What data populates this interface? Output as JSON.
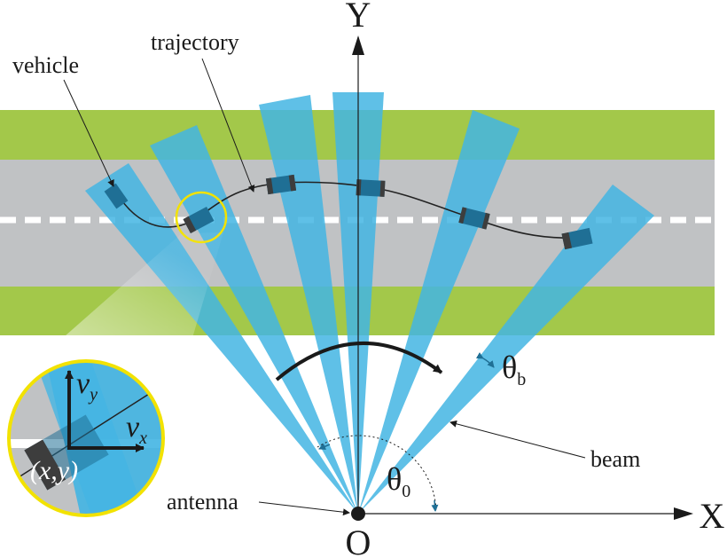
{
  "labels": {
    "y_axis": "Y",
    "x_axis": "X",
    "origin": "O",
    "vehicle": "vehicle",
    "trajectory": "trajectory",
    "antenna": "antenna",
    "beam": "beam",
    "theta": "θ",
    "theta0_sub": "0",
    "thetab_sub": "b",
    "v": "v",
    "vy_sub": "y",
    "vx_sub": "x",
    "position": "(x,y)"
  },
  "colors": {
    "grass": "#a3c84a",
    "road": "#c0c2c4",
    "lane_marking": "#ffffff",
    "beam": "#43b5e3",
    "vehicle": "#3d3d3d",
    "vehicle_lit": "#1f6f95",
    "highlight_ring": "#f2e200",
    "axis": "#1a1a1a"
  }
}
